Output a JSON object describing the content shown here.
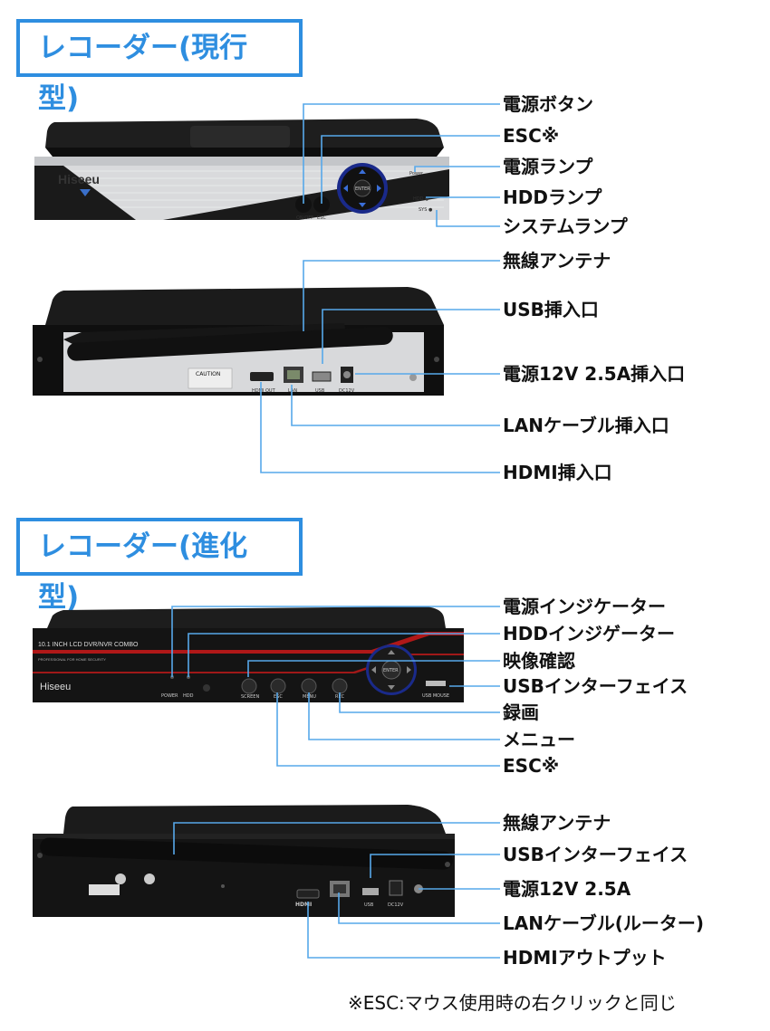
{
  "sections": [
    {
      "title": "レコーダー(現行型)",
      "front": {
        "brand": "Hiseeu",
        "button_labels": [
          "ON/OFF",
          "ESC"
        ],
        "enter": "ENTER",
        "led_labels": [
          "Power",
          "HDD",
          "SYS"
        ]
      },
      "front_callouts": [
        "電源ボタン",
        "ESC※",
        "電源ランプ",
        "HDDランプ",
        "システムランプ"
      ],
      "back": {
        "caution": "CAUTION",
        "port_labels": [
          "HDMI OUT",
          "LAN",
          "USB",
          "DC12V"
        ]
      },
      "back_callouts": [
        "無線アンテナ",
        "USB挿入口",
        "電源12V 2.5A挿入口",
        "LANケーブル挿入口",
        "HDMI挿入口"
      ]
    },
    {
      "title": "レコーダー(進化型)",
      "front": {
        "brand": "Hiseeu",
        "strip": "10.1 INCH LCD DVR/NVR COMBO",
        "strip_sub": "PROFESSIONAL FOR HOME SECURITY",
        "button_labels": [
          "POWER",
          "HDD",
          "SCREEN",
          "ESC",
          "MENU",
          "REC",
          "USB MOUSE"
        ],
        "enter": "ENTER"
      },
      "front_callouts": [
        "電源インジケーター",
        "HDDインジゲーター",
        "映像確認",
        "USBインターフェイス",
        "録画",
        "メニュー",
        "ESC※"
      ],
      "back": {
        "hdmi": "HDMI",
        "port_labels": [
          "USB",
          "DC12V"
        ]
      },
      "back_callouts": [
        "無線アンテナ",
        "USBインターフェイス",
        "電源12V 2.5A",
        "LANケーブル(ルーター)",
        "HDMIアウトプット"
      ]
    }
  ],
  "footnote": "※ESC:マウス使用時の右クリックと同じ",
  "colors": {
    "accent": "#2e8ee0",
    "line": "#57a8ea",
    "title_text": "#2e8ee0"
  }
}
